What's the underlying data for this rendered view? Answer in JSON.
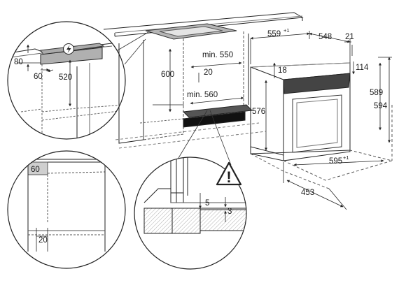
{
  "dimensions": {
    "oven_width": "559",
    "oven_width_tol": "+1",
    "oven_depth_outer": "548",
    "door_thickness": "21",
    "panel_top": "18",
    "panel_top_right": "114",
    "oven_height": "589",
    "front_height": "594",
    "oven_body_height": "576",
    "bottom_width": "595",
    "bottom_width_tol": "+1",
    "overall_depth": "453",
    "niche_width_min": "min. 550",
    "niche_depth_min": "min. 560",
    "niche_height": "600",
    "gap_top": "20",
    "hob_gap": "80",
    "hob_clearance": "520",
    "side_gap": "60",
    "vent_left": "60",
    "vent_bottom": "20",
    "floor_gap": "5",
    "floor_step": "3"
  },
  "symbols": {
    "warning": "warning-triangle-icon",
    "electric": "electric-bolt-icon",
    "warning_glyph": "!"
  }
}
